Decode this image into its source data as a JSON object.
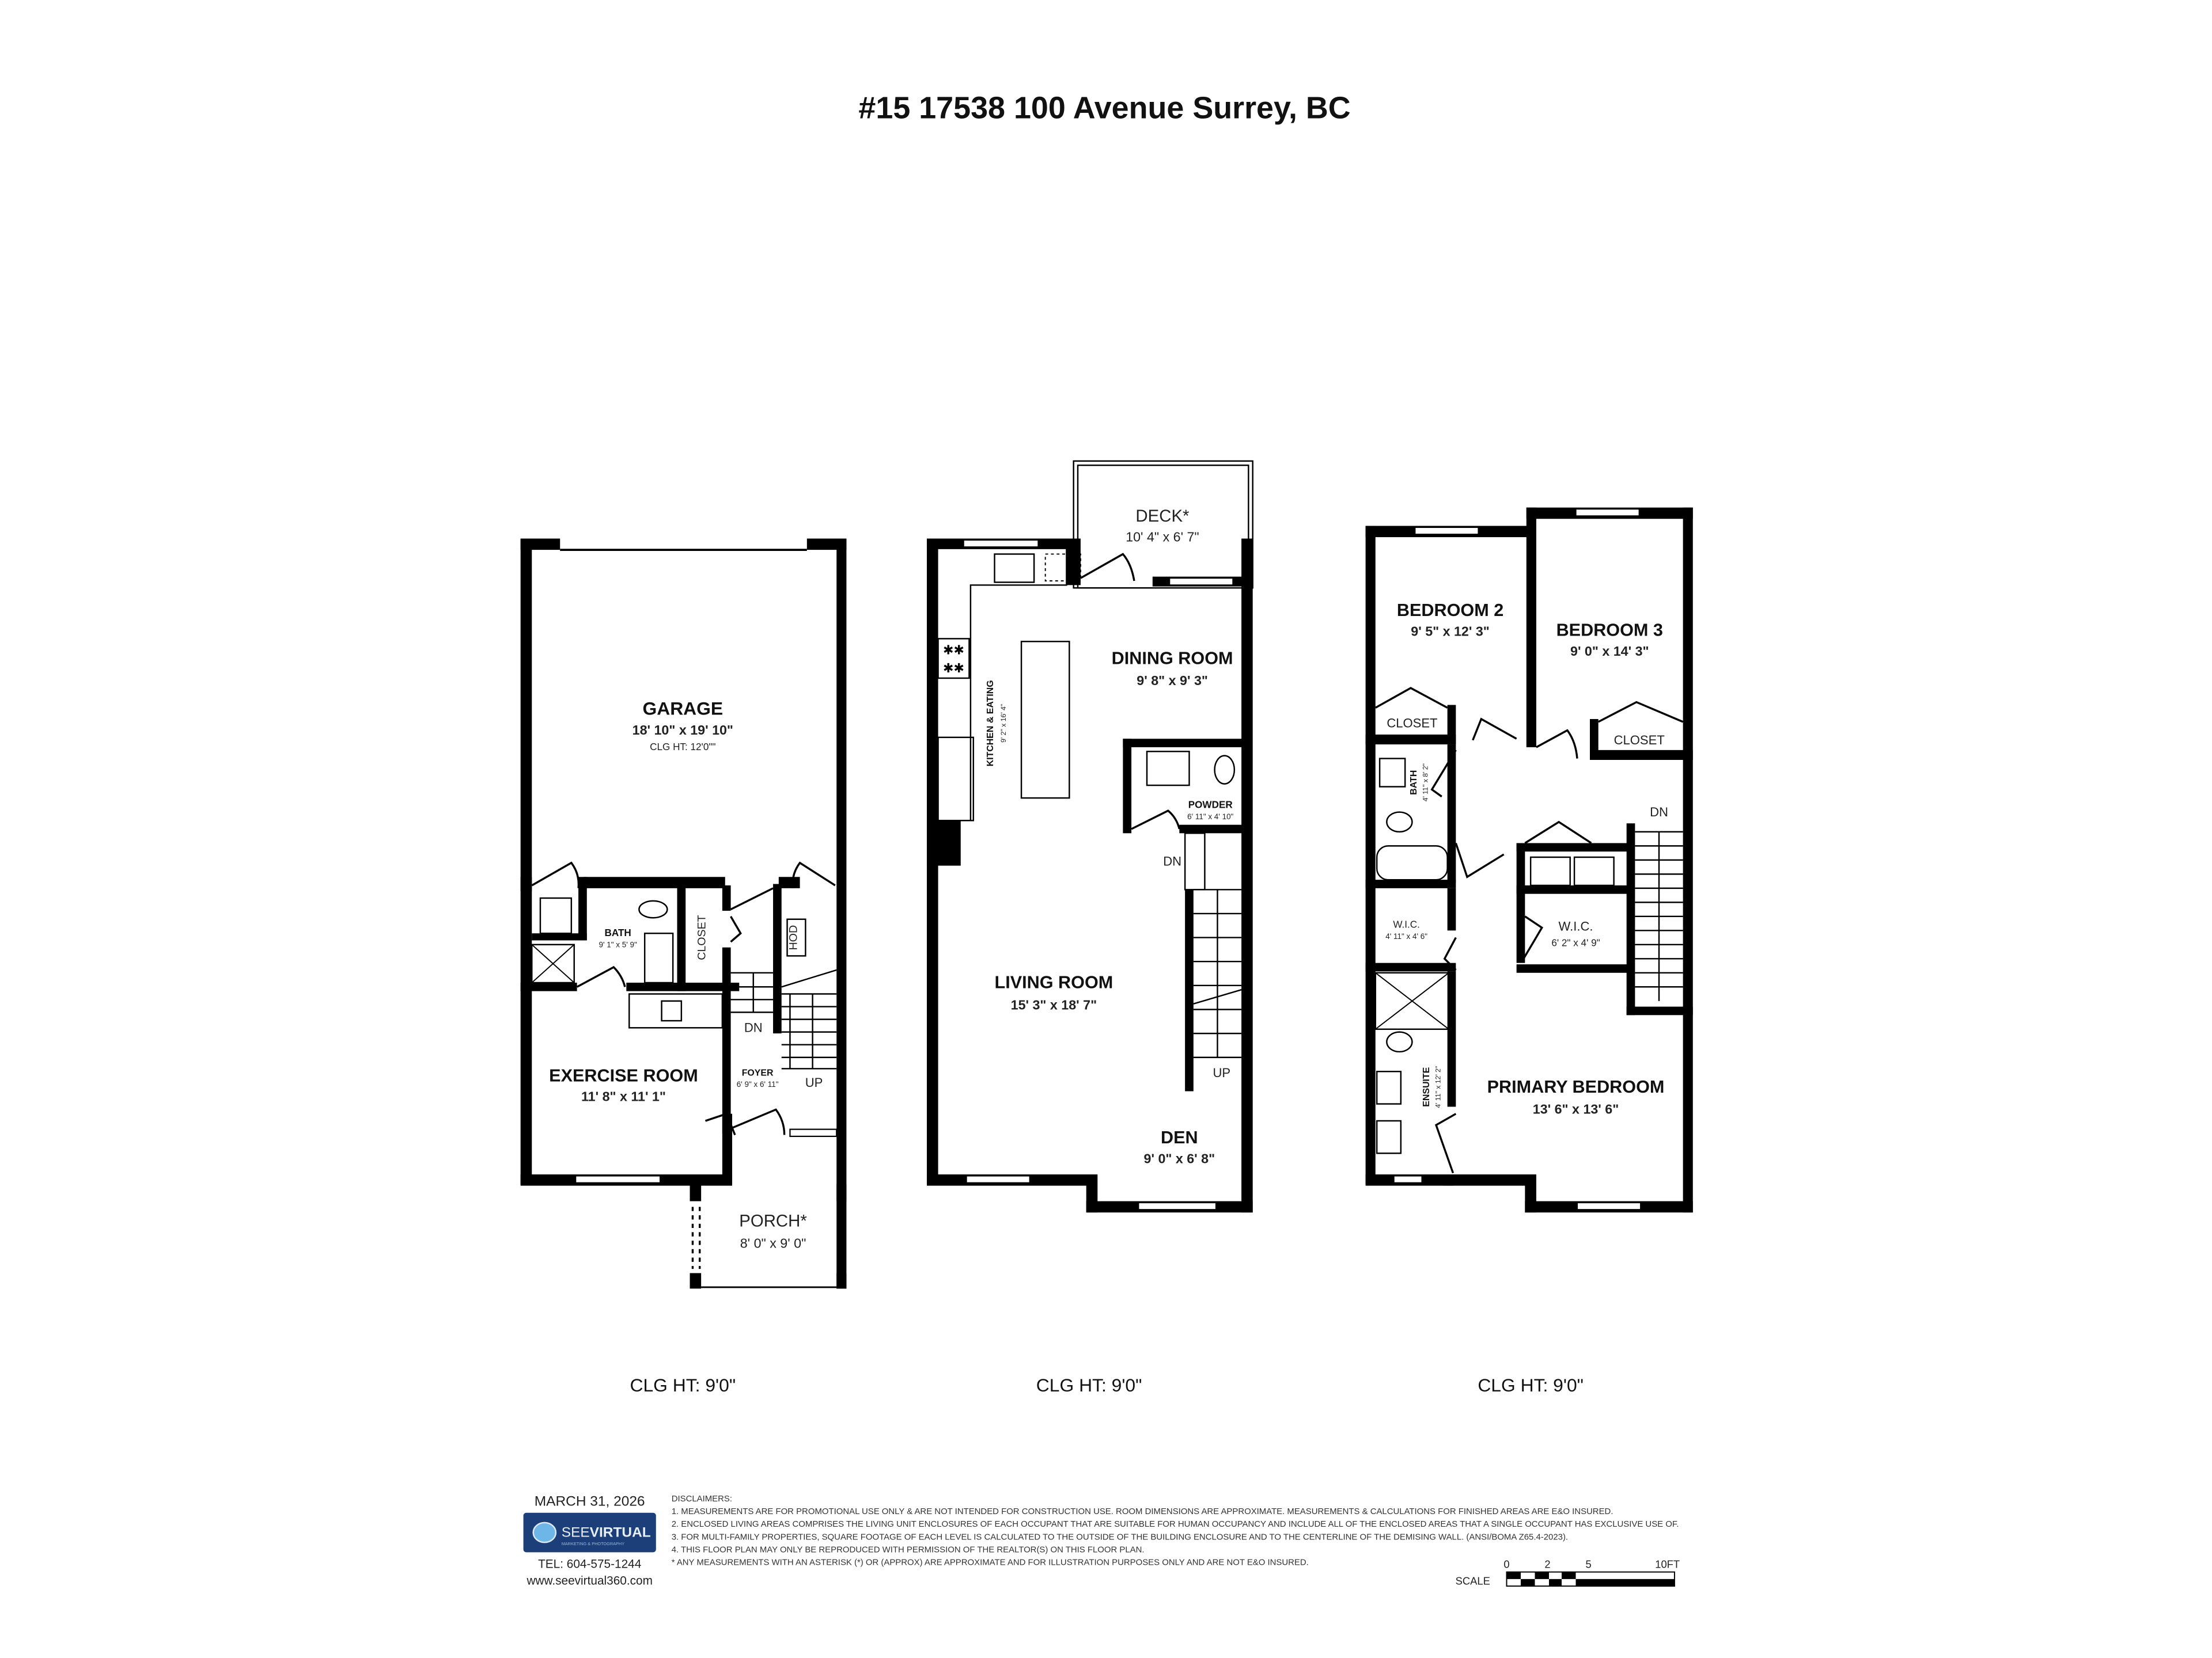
{
  "title": "#15 17538 100 Avenue Surrey, BC",
  "floors": [
    {
      "id": "lower",
      "ceiling_height": "CLG HT: 9'0\"",
      "rooms": [
        {
          "name": "GARAGE",
          "dims": "18' 10\" x 19' 10\"",
          "note": "CLG HT:  12'0\"\""
        },
        {
          "name": "BATH",
          "dims": "9' 1\" x 5' 9\""
        },
        {
          "name": "CLOSET"
        },
        {
          "name": "HOD"
        },
        {
          "name": "EXERCISE ROOM",
          "dims": "11' 8\" x 11' 1\""
        },
        {
          "name": "FOYER",
          "dims": "6' 9\" x 6' 11\""
        },
        {
          "name": "PORCH*",
          "dims": "8' 0\" x 9' 0\""
        }
      ],
      "stair_labels": {
        "down": "DN",
        "up": "UP"
      }
    },
    {
      "id": "main",
      "ceiling_height": "CLG HT: 9'0\"",
      "rooms": [
        {
          "name": "DECK*",
          "dims": "10' 4\" x 6' 7\""
        },
        {
          "name": "KITCHEN & EATING",
          "dims": "9' 2\" x 16' 4\""
        },
        {
          "name": "DINING ROOM",
          "dims": "9' 8\" x 9' 3\""
        },
        {
          "name": "POWDER",
          "dims": "6' 11\" x 4' 10\""
        },
        {
          "name": "LIVING ROOM",
          "dims": "15' 3\" x 18' 7\""
        },
        {
          "name": "DEN",
          "dims": "9' 0\" x 6' 8\""
        }
      ],
      "stair_labels": {
        "down": "DN",
        "up": "UP"
      }
    },
    {
      "id": "upper",
      "ceiling_height": "CLG HT: 9'0\"",
      "rooms": [
        {
          "name": "BEDROOM 2",
          "dims": "9' 5\" x 12' 3\""
        },
        {
          "name": "BEDROOM 3",
          "dims": "9' 0\" x 14' 3\""
        },
        {
          "name": "CLOSET"
        },
        {
          "name": "CLOSET"
        },
        {
          "name": "BATH",
          "dims": "4' 11\" x 8' 2\""
        },
        {
          "name": "W.I.C.",
          "dims": "4' 11\" x 4' 6\""
        },
        {
          "name": "W.I.C.",
          "dims": "6' 2\" x 4' 9\""
        },
        {
          "name": "ENSUITE",
          "dims": "4' 11\" x 12' 2\""
        },
        {
          "name": "PRIMARY BEDROOM",
          "dims": "13' 6\" x 13' 6\""
        }
      ],
      "stair_labels": {
        "down": "DN"
      }
    }
  ],
  "footer": {
    "date": "MARCH 31, 2026",
    "logo": {
      "brand_light": "SEE",
      "brand_bold": "VIRTUAL",
      "tagline": "MARKETING & PHOTOGRAPHY",
      "bg_color": "#1c3f7a"
    },
    "tel": "TEL: 604-575-1244",
    "website": "www.seevirtual360.com",
    "disclaimers_title": "DISCLAIMERS:",
    "disclaimers": [
      "1. MEASUREMENTS ARE FOR PROMOTIONAL USE ONLY & ARE NOT INTENDED FOR CONSTRUCTION USE. ROOM DIMENSIONS ARE APPROXIMATE. MEASUREMENTS & CALCULATIONS FOR FINISHED AREAS ARE E&O INSURED.",
      "2. ENCLOSED LIVING AREAS COMPRISES THE LIVING UNIT ENCLOSURES OF EACH OCCUPANT THAT ARE SUITABLE FOR HUMAN OCCUPANCY AND INCLUDE ALL OF THE ENCLOSED AREAS THAT A SINGLE OCCUPANT HAS EXCLUSIVE USE OF.",
      "3. FOR MULTI-FAMILY PROPERTIES, SQUARE FOOTAGE OF EACH LEVEL IS CALCULATED TO THE OUTSIDE OF THE BUILDING ENCLOSURE AND TO THE CENTERLINE OF THE DEMISING WALL. (ANSI/BOMA Z65.4-2023).",
      "4. THIS FLOOR PLAN MAY ONLY BE REPRODUCED WITH PERMISSION OF THE REALTOR(S) ON THIS FLOOR PLAN.",
      "* ANY MEASUREMENTS WITH AN ASTERISK (*) OR (APPROX) ARE APPROXIMATE AND FOR ILLUSTRATION PURPOSES ONLY AND ARE NOT E&O INSURED."
    ],
    "scale": {
      "label": "SCALE",
      "ticks": [
        "0",
        "2",
        "5",
        "10FT"
      ]
    }
  }
}
